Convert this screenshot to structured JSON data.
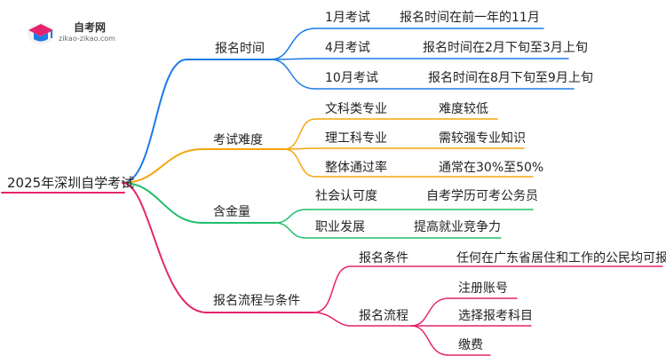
{
  "logo": {
    "name": "自考网",
    "url": "zikao-zikao.com"
  },
  "colors": {
    "blue": "#1e7be6",
    "orange": "#f3a70c",
    "green": "#1fbf6a",
    "pink": "#e6246d"
  },
  "root": "2025年深圳自学考试",
  "branches": [
    {
      "label": "报名时间",
      "color_key": "blue",
      "items": [
        {
          "label": "1月考试",
          "detail": "报名时间在前一年的11月"
        },
        {
          "label": "4月考试",
          "detail": "报名时间在2月下旬至3月上旬"
        },
        {
          "label": "10月考试",
          "detail": "报名时间在8月下旬至9月上旬"
        }
      ]
    },
    {
      "label": "考试难度",
      "color_key": "orange",
      "items": [
        {
          "label": "文科类专业",
          "detail": "难度较低"
        },
        {
          "label": "理工科专业",
          "detail": "需较强专业知识"
        },
        {
          "label": "整体通过率",
          "detail": "通常在30%至50%"
        }
      ]
    },
    {
      "label": "含金量",
      "color_key": "green",
      "items": [
        {
          "label": "社会认可度",
          "detail": "自考学历可考公务员"
        },
        {
          "label": "职业发展",
          "detail": "提高就业竞争力"
        }
      ]
    },
    {
      "label": "报名流程与条件",
      "color_key": "pink",
      "items": [
        {
          "label": "报名条件",
          "detail": "任何在广东省居住和工作的公民均可报名"
        },
        {
          "label": "报名流程",
          "children": [
            "注册账号",
            "选择报考科目",
            "缴费"
          ]
        }
      ]
    }
  ]
}
